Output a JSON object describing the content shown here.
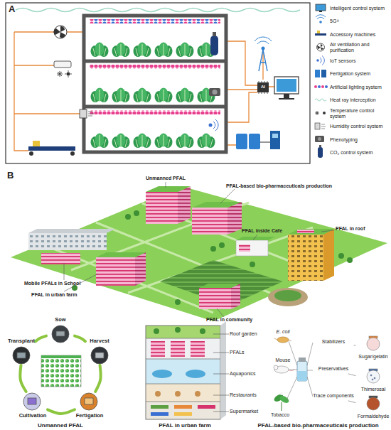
{
  "diagram": {
    "nodes": [
      {
        "text": [
          "Sow"
        ]
      },
      {
        "text": [
          "Harvest"
        ]
      },
      {
        "text": [
          "Fertigation"
        ]
      },
      {
        "text": [
          "Cultivation"
        ]
      },
      {
        "text": [
          "Transplant"
        ]
      },
      {
        "text": [
          "Stabilizers"
        ]
      },
      {
        "text": [
          "Preservatives"
        ]
      },
      {
        "text": [
          "Trace components"
        ]
      },
      {
        "text": [
          "Sugar/gelatin"
        ]
      },
      {
        "text": [
          "Thimerosal"
        ]
      },
      {
        "text": [
          "Formaldehyde"
        ]
      }
    ],
    "edges": [
      {
        "from": 0,
        "to": 1,
        "arrow": "none"
      },
      {
        "from": 1,
        "to": 2,
        "arrow": "none"
      },
      {
        "from": 2,
        "to": 3,
        "arrow": "none"
      },
      {
        "from": 3,
        "to": 4,
        "arrow": "none"
      },
      {
        "from": 4,
        "to": 0,
        "arrow": "none"
      },
      {
        "from": 5,
        "to": 8,
        "arrow": "none"
      },
      {
        "from": 6,
        "to": 9,
        "arrow": "none"
      },
      {
        "from": 7,
        "to": 10,
        "arrow": "none"
      }
    ],
    "labels": [
      "A",
      "AI",
      "B",
      "Unmanned PFAL",
      "PFAL-based bio-pharmaceuticals production",
      "PFAL inside Cafe",
      "PFAL in roof",
      "Mobile PFALs in School",
      "PFAL in urban farm",
      "PFAL in community",
      "Roof garden",
      "PFALs",
      "Aquaponics",
      "Restaurants",
      "Supermarket",
      "E. coli",
      "Mouse",
      "Tobacco",
      "Unmanned PFAL",
      "PFAL in urban farm",
      "PFAL-based bio-pharmaceuticals production"
    ],
    "legend": [
      {
        "text": "Intelligent control system"
      },
      {
        "text": "5G+"
      },
      {
        "text": "Accessory machines"
      },
      {
        "text": "Air ventilation and purification"
      },
      {
        "text": "IoT sensors"
      },
      {
        "text": "Fertigation system"
      },
      {
        "text": "Artificial lighting system"
      },
      {
        "text": "Heat ray interception"
      },
      {
        "text": "Temperature control system"
      },
      {
        "text": "Humidity control system"
      },
      {
        "text": "Phenotyping"
      },
      {
        "text": "CO₂ control system"
      }
    ]
  }
}
